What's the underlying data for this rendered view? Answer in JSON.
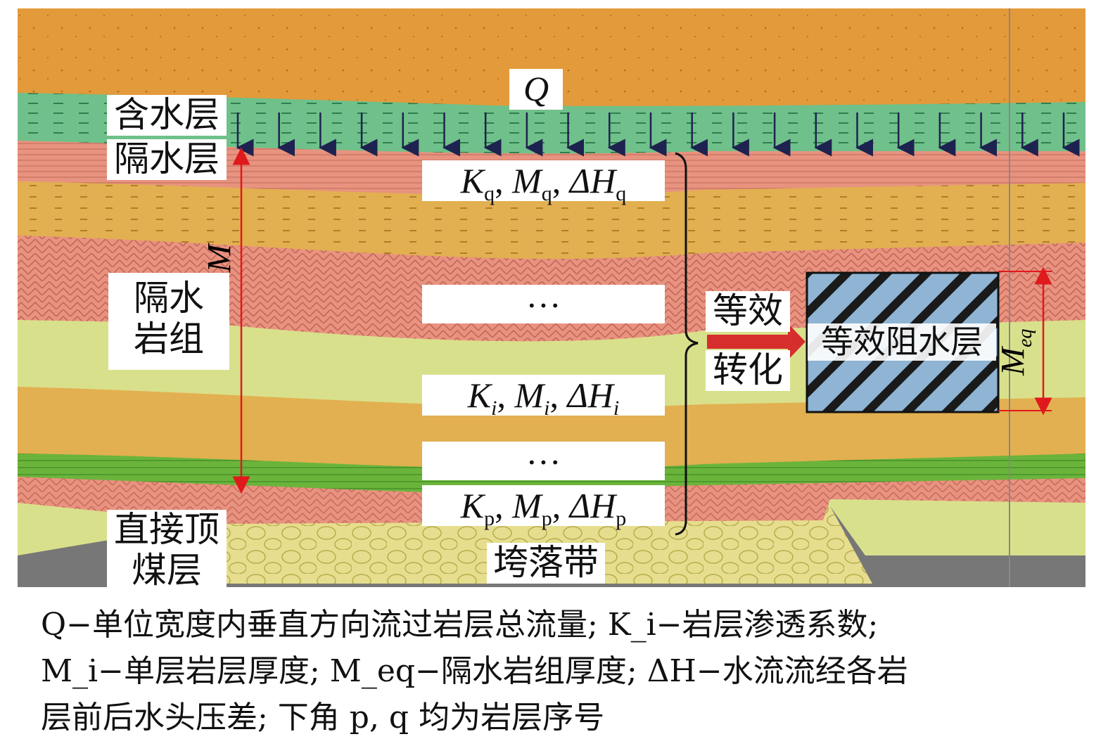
{
  "labels": {
    "q_flow": "Q",
    "aquifer": "含水层",
    "aquiclude": "隔水层",
    "aquiclude_group_line1": "隔水",
    "aquiclude_group_line2": "岩组",
    "immediate_roof": "直接顶",
    "coal_seam": "煤层",
    "caving_zone": "垮落带",
    "equivalent_line1": "等效",
    "equivalent_line2": "转化",
    "equivalent_layer": "等效阻水层",
    "thickness_M": "M",
    "thickness_Meq": "M",
    "thickness_Meq_sub": "eq",
    "ellipsis_1": "···",
    "ellipsis_2": "···"
  },
  "formulas": {
    "q": {
      "K": "K",
      "Ks": "q",
      "M": "M",
      "Ms": "q",
      "H": "ΔH",
      "Hs": "q"
    },
    "i": {
      "K": "K",
      "Ks": "i",
      "M": "M",
      "Ms": "i",
      "H": "ΔH",
      "Hs": "i"
    },
    "p": {
      "K": "K",
      "Ks": "p",
      "M": "M",
      "Ms": "p",
      "H": "ΔH",
      "Hs": "p"
    }
  },
  "caption": {
    "line1": "Q−单位宽度内垂直方向流过岩层总流量; K_i−岩层渗透系数;",
    "line2": "M_i−单层岩层厚度; M_eq−隔水岩组厚度; ΔH−水流流经各岩",
    "line3": "层前后水头压差; 下角 p, q 均为岩层序号"
  },
  "colors": {
    "soil": "#E39A3A",
    "aquifer": "#6FC08A",
    "pink": "#E8937F",
    "tan": "#E2B050",
    "lightgreen": "#D9E08C",
    "green": "#6BB43C",
    "coal": "#777777",
    "caving": "#E6DE8E",
    "arrow_red": "#D62D2D",
    "flow_arrow": "#1E2250",
    "eq_layer": "#8FB4D4"
  }
}
